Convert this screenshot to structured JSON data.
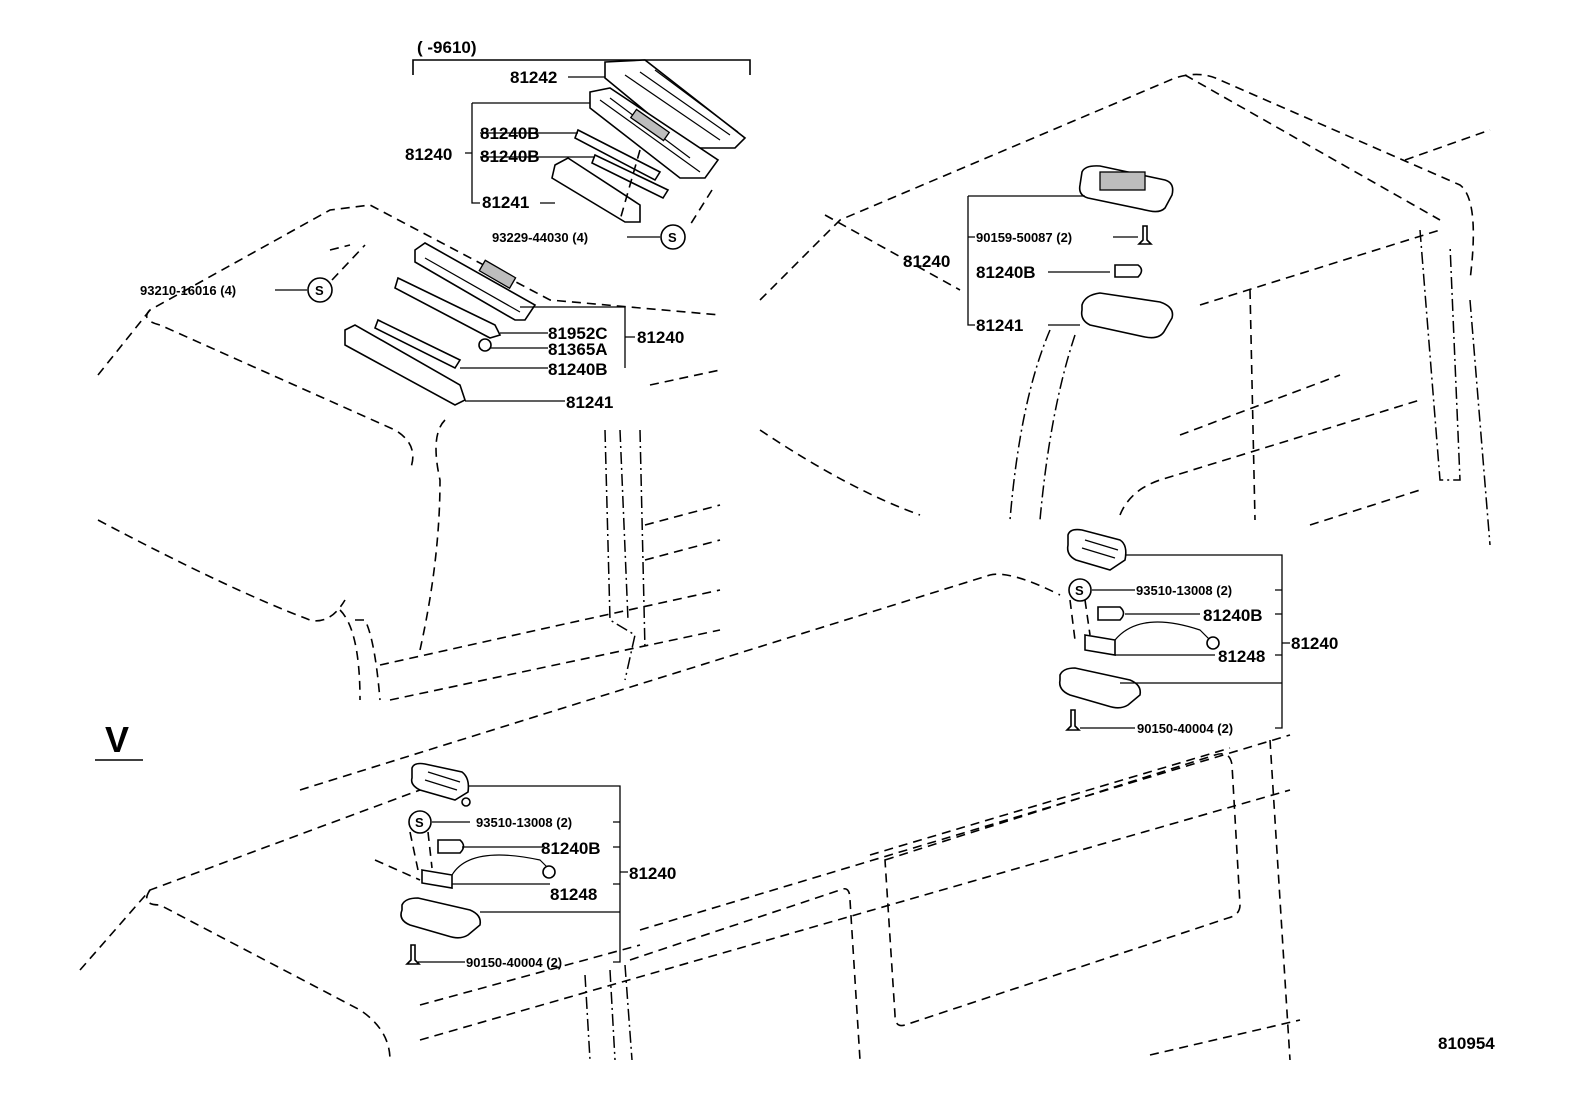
{
  "range_label": "(      -9610)",
  "section_marker": "V",
  "illustration_number": "810954",
  "upper_left": {
    "lens_81242": "81242",
    "group_81240": "81240",
    "bulb_a": "81240B",
    "bulb_b": "81240B",
    "lens_81241": "81241",
    "screw_93229": "93229-44030 (4)",
    "screw_93210": "93210-16016 (4)",
    "socket_81952c": "81952C",
    "socket_81365a": "81365A",
    "bulb_c": "81240B",
    "group_81240_right": "81240",
    "lens_81241_b": "81241"
  },
  "upper_right": {
    "group_81240": "81240",
    "screw_90159": "90159-50087 (2)",
    "bulb": "81240B",
    "lens": "81241"
  },
  "mid_right": {
    "screw_93510": "93510-13008 (2)",
    "bulb": "81240B",
    "wire": "81248",
    "group_81240": "81240",
    "screw_90150": "90150-40004 (2)"
  },
  "lower_left": {
    "screw_93510": "93510-13008 (2)",
    "bulb": "81240B",
    "wire": "81248",
    "group_81240": "81240",
    "screw_90150": "90150-40004 (2)"
  },
  "symbols": {
    "standard_part": "S"
  }
}
